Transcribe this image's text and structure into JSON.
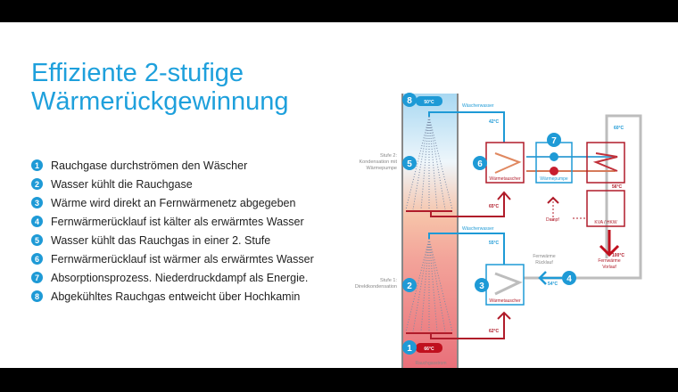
{
  "title_line1": "Effiziente 2-stufige",
  "title_line2": "Wärmerückgewinnung",
  "steps": [
    {
      "n": "1",
      "text": "Rauchgase durchströmen den Wäscher"
    },
    {
      "n": "2",
      "text": "Wasser kühlt die Rauchgase"
    },
    {
      "n": "3",
      "text": "Wärme wird direkt an Fernwärmenetz  abgegeben"
    },
    {
      "n": "4",
      "text": "Fernwärmerücklauf  ist kälter als erwärmtes Wasser"
    },
    {
      "n": "5",
      "text": "Wasser kühlt das Rauchgas in einer 2. Stufe"
    },
    {
      "n": "6",
      "text": "Fernwärmerücklauf  ist wärmer als erwärmtes Wasser"
    },
    {
      "n": "7",
      "text": "Absorptionsprozess. Niederdruckdampf  als Energie."
    },
    {
      "n": "8",
      "text": "Abgekühltes Rauchgas entweicht über Hochkamin"
    }
  ],
  "diagram": {
    "stage2_l1": "Stufe 2:",
    "stage2_l2": "Kondensation mit",
    "stage2_l3": "Wärmepumpe",
    "stage1_l1": "Stufe 1:",
    "stage1_l2": "Direktkondensation",
    "t_top": "50°C",
    "t_42": "42°C",
    "t_60": "60°C",
    "t_56": "56°C",
    "t_65": "65°C",
    "t_55": "55°C",
    "t_54": "54°C",
    "t_100": "100°C",
    "t_62": "62°C",
    "t_bottom": "66°C",
    "scrubber_water": "Wäscherwasser",
    "heat_exchanger": "Wärmetauscher",
    "heat_pump": "Wärmepumpe",
    "steam": "Dampf",
    "plant": "KVA / HKW",
    "return_l1": "Fernwärme",
    "return_l2": "Rücklauf",
    "supply_l1": "Fernwärme",
    "supply_l2": "Vorlauf",
    "flue_gas": "Rauchgasstrom",
    "colors": {
      "blue": "#1e9ad6",
      "red": "#b01c2a",
      "grey": "#bdbdbd"
    }
  }
}
